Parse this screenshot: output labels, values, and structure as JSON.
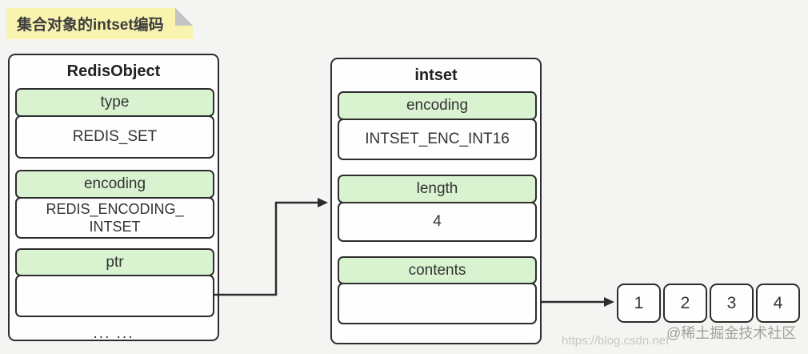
{
  "note": {
    "text": "集合对象的intset编码"
  },
  "redis_object": {
    "title": "RedisObject",
    "fields": [
      {
        "label": "type",
        "value": "REDIS_SET"
      },
      {
        "label": "encoding",
        "value": "REDIS_ENCODING_\nINTSET"
      },
      {
        "label": "ptr",
        "value": ""
      }
    ],
    "ellipsis": "... ..."
  },
  "intset": {
    "title": "intset",
    "fields": [
      {
        "label": "encoding",
        "value": "INTSET_ENC_INT16"
      },
      {
        "label": "length",
        "value": "4"
      },
      {
        "label": "contents",
        "value": ""
      }
    ]
  },
  "contents_items": [
    "1",
    "2",
    "3",
    "4"
  ],
  "watermarks": {
    "site": "@稀土掘金技术社区",
    "url": "https://blog.csdn.net"
  },
  "colors": {
    "background": "#f4f4f2",
    "box_fill": "#fefefe",
    "border": "#2d2d2d",
    "header_green": "#d9f3d0",
    "note_yellow": "#f8f3af",
    "note_fold_gray": "#c3c3c3",
    "watermark_gray": "#a3a199"
  }
}
